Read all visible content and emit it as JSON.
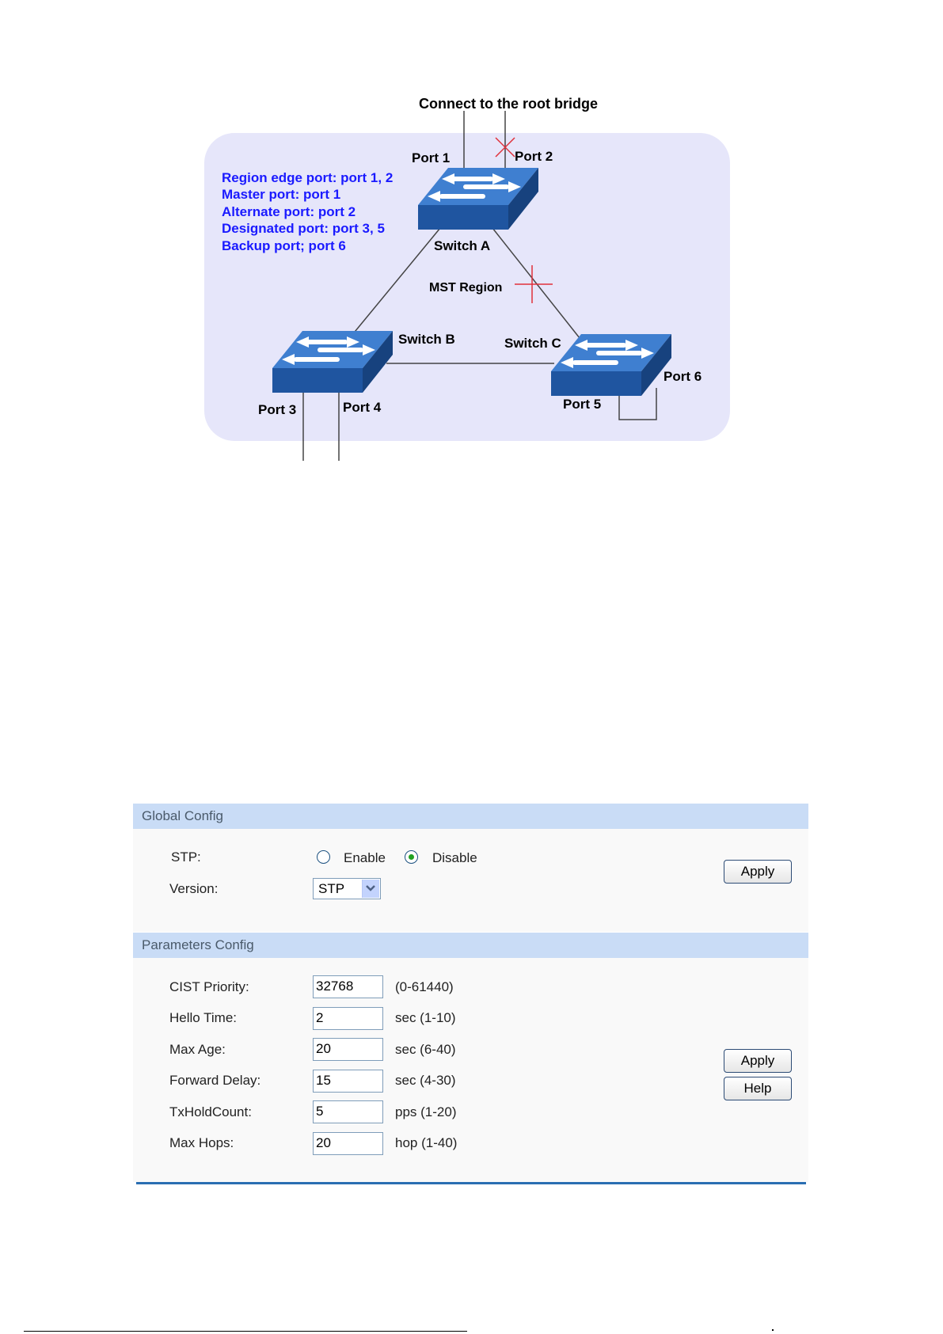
{
  "diagram": {
    "title": "Connect to the root bridge",
    "region_label": "MST Region",
    "legend": [
      "Region edge port: port 1, 2",
      "Master port: port 1",
      "Alternate port: port 2",
      "Designated port: port 3, 5",
      "Backup port; port 6"
    ],
    "switches": {
      "a": "Switch A",
      "b": "Switch B",
      "c": "Switch C"
    },
    "ports": {
      "p1": "Port 1",
      "p2": "Port 2",
      "p3": "Port 3",
      "p4": "Port 4",
      "p5": "Port 5",
      "p6": "Port 6"
    },
    "colors": {
      "region": "#e6e6fa",
      "switch": "#2059a4",
      "legend": "#1a1aff",
      "block": "#e0303a"
    }
  },
  "global_config": {
    "header": "Global Config",
    "stp_label": "STP:",
    "enable_label": "Enable",
    "disable_label": "Disable",
    "stp_selected": "Disable",
    "version_label": "Version:",
    "version_value": "STP",
    "apply_label": "Apply"
  },
  "parameters_config": {
    "header": "Parameters Config",
    "rows": [
      {
        "label": "CIST Priority:",
        "value": "32768",
        "unit": "(0-61440)"
      },
      {
        "label": "Hello Time:",
        "value": "2",
        "unit": "sec (1-10)"
      },
      {
        "label": "Max Age:",
        "value": "20",
        "unit": "sec (6-40)"
      },
      {
        "label": "Forward Delay:",
        "value": "15",
        "unit": "sec (4-30)"
      },
      {
        "label": "TxHoldCount:",
        "value": "5",
        "unit": "pps (1-20)"
      },
      {
        "label": "Max Hops:",
        "value": "20",
        "unit": "hop (1-40)"
      }
    ],
    "apply_label": "Apply",
    "help_label": "Help"
  }
}
